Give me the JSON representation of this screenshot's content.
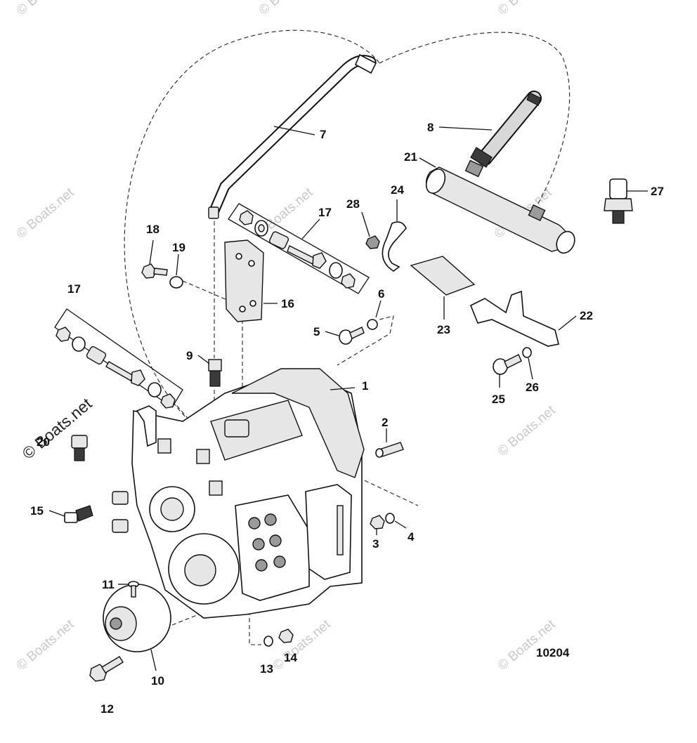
{
  "diagram": {
    "drawing_number": "10204",
    "watermark_text": "© Boats.net",
    "callouts": [
      {
        "id": "c1",
        "text": "1"
      },
      {
        "id": "c2",
        "text": "2"
      },
      {
        "id": "c3",
        "text": "3"
      },
      {
        "id": "c4",
        "text": "4"
      },
      {
        "id": "c5",
        "text": "5"
      },
      {
        "id": "c6",
        "text": "6"
      },
      {
        "id": "c7",
        "text": "7"
      },
      {
        "id": "c8",
        "text": "8"
      },
      {
        "id": "c9",
        "text": "9"
      },
      {
        "id": "c10",
        "text": "10"
      },
      {
        "id": "c11",
        "text": "11"
      },
      {
        "id": "c12",
        "text": "12"
      },
      {
        "id": "c13",
        "text": "13"
      },
      {
        "id": "c14",
        "text": "14"
      },
      {
        "id": "c15",
        "text": "15"
      },
      {
        "id": "c16",
        "text": "16"
      },
      {
        "id": "c17a",
        "text": "17"
      },
      {
        "id": "c17b",
        "text": "17"
      },
      {
        "id": "c18",
        "text": "18"
      },
      {
        "id": "c19",
        "text": "19"
      },
      {
        "id": "c20",
        "text": "20"
      },
      {
        "id": "c21",
        "text": "21"
      },
      {
        "id": "c22",
        "text": "22"
      },
      {
        "id": "c23",
        "text": "23"
      },
      {
        "id": "c24",
        "text": "24"
      },
      {
        "id": "c25",
        "text": "25"
      },
      {
        "id": "c26",
        "text": "26"
      },
      {
        "id": "c27",
        "text": "27"
      },
      {
        "id": "c28",
        "text": "28"
      }
    ]
  }
}
